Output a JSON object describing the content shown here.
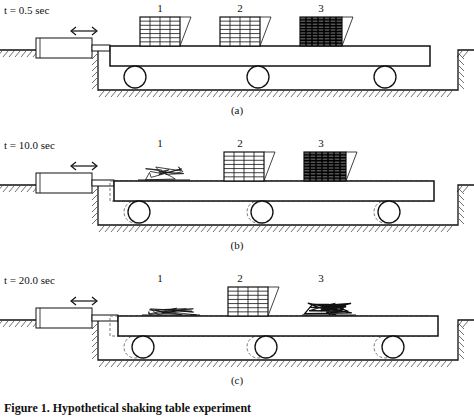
{
  "diagram": {
    "caption": "Figure 1. Hypothetical shaking table experiment",
    "labels": [
      "t = 0.5 sec",
      "1",
      "2",
      "3",
      "(a)",
      "t = 10.0 sec",
      "1",
      "2",
      "3",
      "(b)",
      "t = 20.0 sec",
      "1",
      "2",
      "3",
      "(c)"
    ]
  }
}
